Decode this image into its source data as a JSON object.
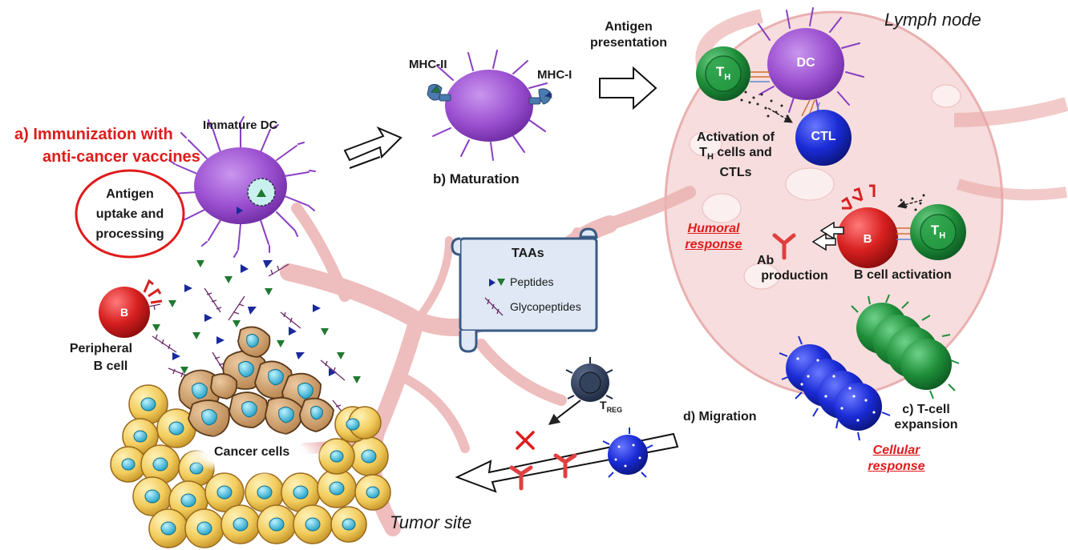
{
  "labels": {
    "step_a_line1": "a) Immunization with",
    "step_a_line2": "anti-cancer vaccines",
    "antigen_uptake_line1": "Antigen",
    "antigen_uptake_line2": "uptake and",
    "antigen_uptake_line3": "processing",
    "immature_dc": "Immature DC",
    "mhc_ii": "MHC-II",
    "mhc_i": "MHC-I",
    "step_b": "b) Maturation",
    "antigen_presentation_line1": "Antigen",
    "antigen_presentation_line2": "presentation",
    "lymph_node": "Lymph node",
    "activation_line1": "Activation of",
    "activation_line2_pre": "T",
    "activation_line2_sub": "H",
    "activation_line2_post": " cells and",
    "activation_line3": "CTLs",
    "humoral_line1": "Humoral",
    "humoral_line2": "response",
    "ab_production_line1": "Ab",
    "ab_production_line2": "production",
    "b_cell_activation": "B cell activation",
    "peripheral_line1": "Peripheral",
    "peripheral_line2": "B cell",
    "cancer_cells": "Cancer cells",
    "step_c_line1": "c) T-cell",
    "step_c_line2": "expansion",
    "cellular_line1": "Cellular",
    "cellular_line2": "response",
    "step_d": "d) Migration",
    "tumor_site": "Tumor site",
    "treg_main": "T",
    "treg_sub": "REG"
  },
  "cells": {
    "dc": "DC",
    "th_main": "T",
    "th_sub": "H",
    "ctl": "CTL",
    "b": "B"
  },
  "legend": {
    "title": "TAAs",
    "peptides": "Peptides",
    "glycopeptides": "Glycopeptides"
  },
  "colors": {
    "red_label": "#e01b1b",
    "dc_purple": "#9b4fd0",
    "th_green": "#1f8f3a",
    "ctl_blue": "#1a2bd6",
    "b_red": "#d82020",
    "lymph_pink": "#f6d5d5",
    "vessel_pink": "#ecb2b2",
    "legend_fill": "#dfe8f4",
    "legend_border": "#3a5a84"
  }
}
